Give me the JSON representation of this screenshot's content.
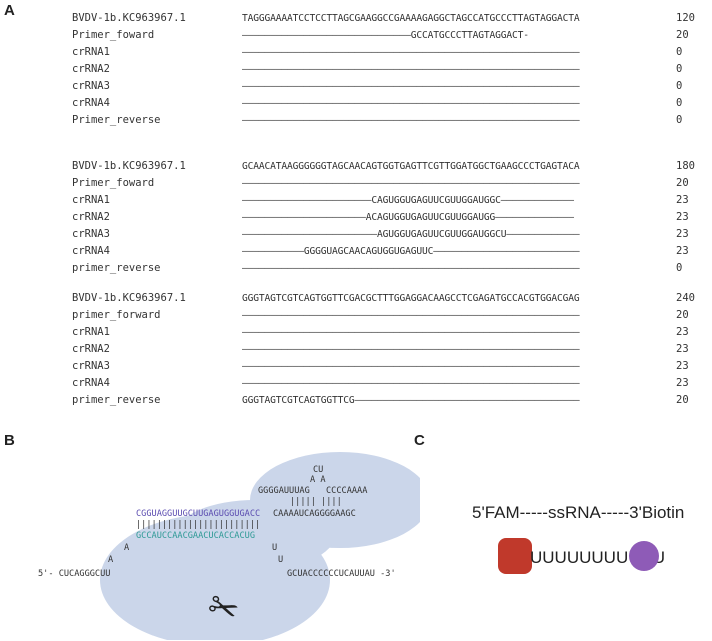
{
  "panels": {
    "a": "A",
    "b": "B",
    "c": "C"
  },
  "alignment_blocks": [
    {
      "rows": [
        {
          "name": "BVDV-1b.KC963967.1",
          "seq": "TAGGGAAAATCCTCCTTAGCGAAGGCCGAAAAGAGGCTAGCCATGCCCTTAGTAGGACTA",
          "count": "120"
        },
        {
          "name": "Primer_foward",
          "seq": "——————————————————————————————GCCATGCCCTTAGTAGGACT-",
          "count": "20"
        },
        {
          "name": "crRNA1",
          "seq": "————————————————————————————————————————————————————————————",
          "count": "0"
        },
        {
          "name": "crRNA2",
          "seq": "————————————————————————————————————————————————————————————",
          "count": "0"
        },
        {
          "name": "crRNA3",
          "seq": "————————————————————————————————————————————————————————————",
          "count": "0"
        },
        {
          "name": "crRNA4",
          "seq": "————————————————————————————————————————————————————————————",
          "count": "0"
        },
        {
          "name": "Primer_reverse",
          "seq": "————————————————————————————————————————————————————————————",
          "count": "0"
        }
      ]
    },
    {
      "rows": [
        {
          "name": "BVDV-1b.KC963967.1",
          "seq": "GCAACATAAGGGGGGTAGCAACAGTGGTGAGTTCGTTGGATGGCTGAAGCCCTGAGTACA",
          "count": "180"
        },
        {
          "name": "Primer_foward",
          "seq": "————————————————————————————————————————————————————————————",
          "count": "20"
        },
        {
          "name": "crRNA1",
          "seq": "———————————————————————CAGUGGUGAGUUCGUUGGAUGGC—————————————",
          "count": "23"
        },
        {
          "name": "crRNA2",
          "seq": "——————————————————————ACAGUGGUGAGUUCGUUGGAUGG——————————————",
          "count": "23"
        },
        {
          "name": "crRNA3",
          "seq": "————————————————————————AGUGGUGAGUUCGUUGGAUGGCU—————————————",
          "count": "23"
        },
        {
          "name": "crRNA4",
          "seq": "———————————GGGGUAGCAACAGUGGUGAGUUC——————————————————————————",
          "count": "23"
        },
        {
          "name": "primer_reverse",
          "seq": "————————————————————————————————————————————————————————————",
          "count": "0"
        }
      ]
    },
    {
      "rows": [
        {
          "name": "BVDV-1b.KC963967.1",
          "seq": "GGGTAGTCGTCAGTGGTTCGACGCTTTGGAGGACAAGCCTCGAGATGCCACGTGGACGAG",
          "count": "240"
        },
        {
          "name": "primer_forward",
          "seq": "————————————————————————————————————————————————————————————",
          "count": "20"
        },
        {
          "name": "crRNA1",
          "seq": "————————————————————————————————————————————————————————————",
          "count": "23"
        },
        {
          "name": "crRNA2",
          "seq": "————————————————————————————————————————————————————————————",
          "count": "23"
        },
        {
          "name": "crRNA3",
          "seq": "————————————————————————————————————————————————————————————",
          "count": "23"
        },
        {
          "name": "crRNA4",
          "seq": "————————————————————————————————————————————————————————————",
          "count": "23"
        },
        {
          "name": "primer_reverse",
          "seq": "GGGTAGTCGTCAGTGGTTCG————————————————————————————————————————",
          "count": "20"
        }
      ]
    }
  ],
  "panel_b": {
    "loop_top": "CU",
    "loop_aa": "A A",
    "stem_left": "GGGGAUUUAG",
    "stem_right": "CCCCAAAA",
    "stem_bars": "||||| ||||",
    "guide": "CGGUAGGUUGCUUGAGUGGUGACC",
    "handle_right": "CAAAAUCAGGGGAAGC",
    "pair_bars": "||||||||||||||||||||||||",
    "target": "GCCAUCCAACGAACUCACCACUG",
    "left_a1": "A",
    "left_a2": "A",
    "right_u1": "U",
    "right_u2": "U",
    "strand_left": "5'- CUCAGGGCUU",
    "strand_right": "GCUACCCCCCUCAUUAU -3'",
    "scissors_icon": "✂",
    "colors": {
      "blob": "#cbd6ea",
      "guide": "#5b4cb0",
      "target": "#2f9a96"
    }
  },
  "panel_c": {
    "label": "5'FAM-----ssRNA-----3'Biotin",
    "chain": "UUUUUUUUUUU",
    "colors": {
      "fam": "#c0392b",
      "biotin": "#8e5bb7"
    }
  }
}
